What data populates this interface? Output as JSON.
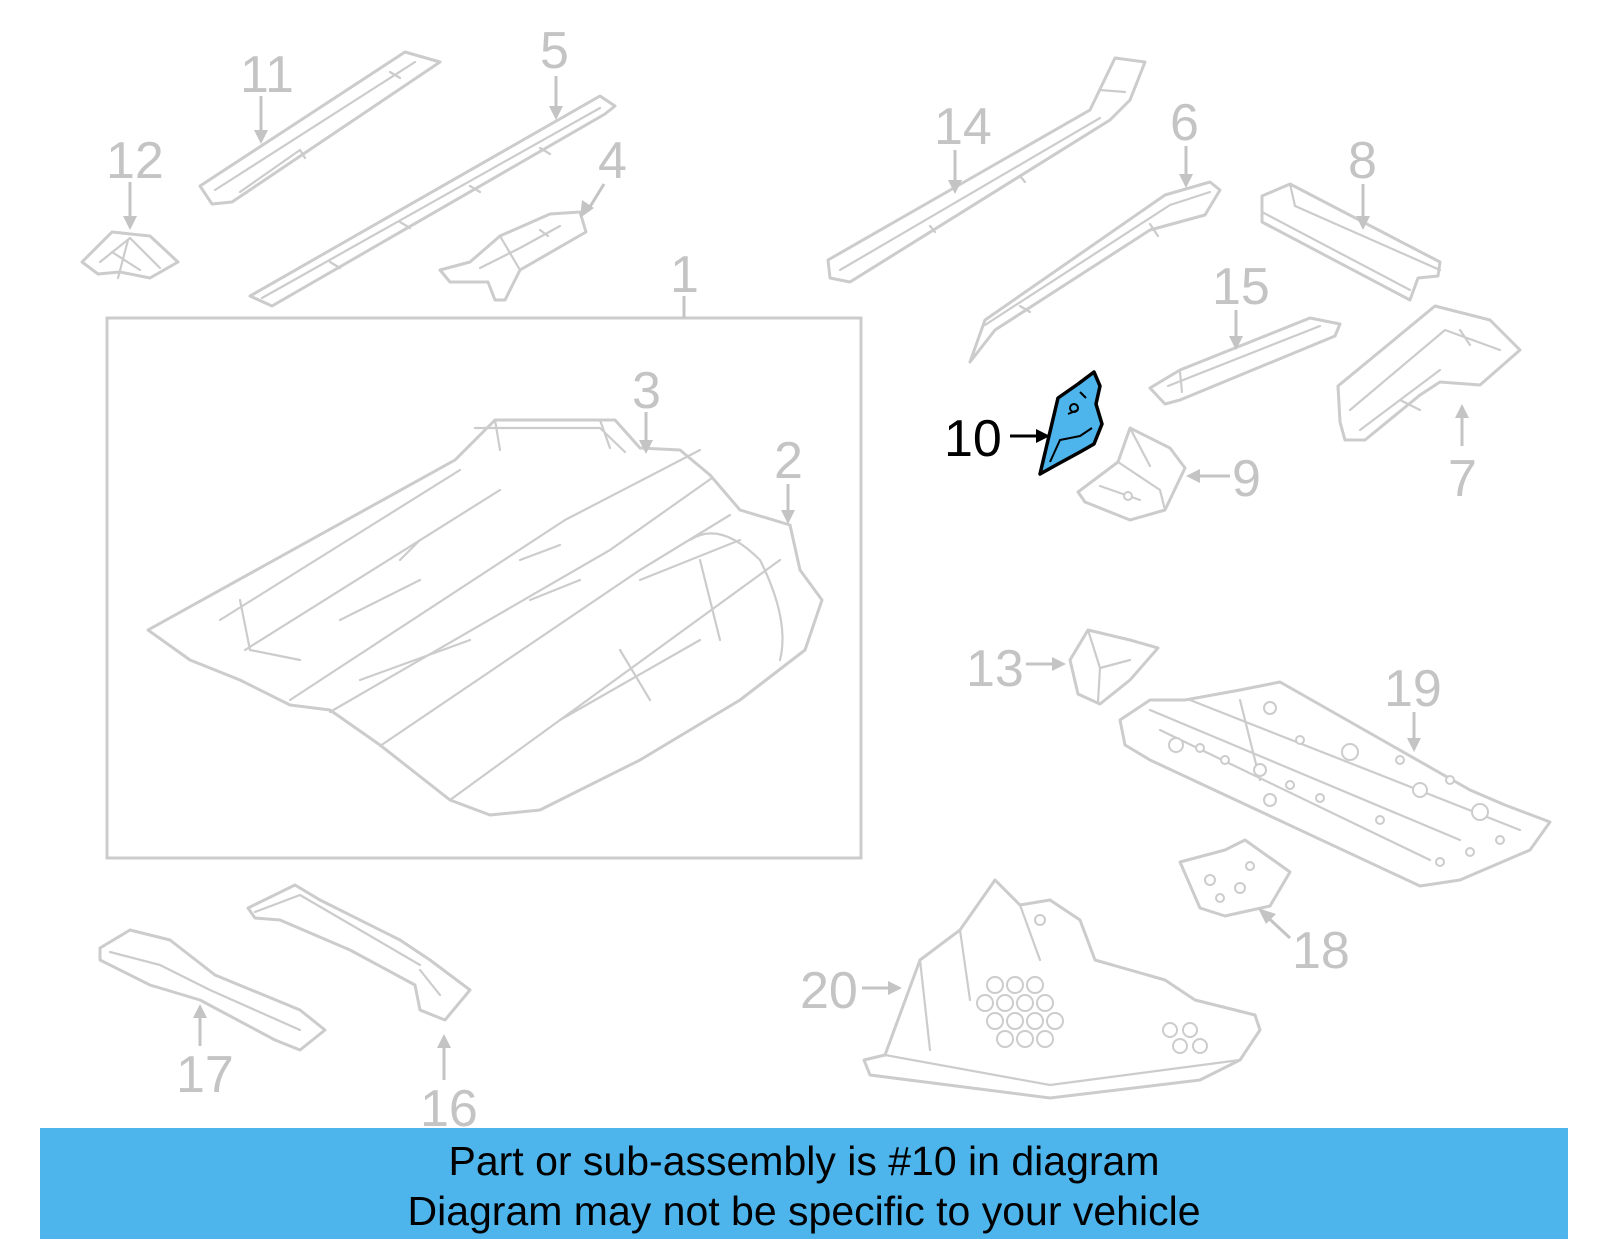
{
  "callouts": {
    "c1": "1",
    "c2": "2",
    "c3": "3",
    "c4": "4",
    "c5": "5",
    "c6": "6",
    "c7": "7",
    "c8": "8",
    "c9": "9",
    "c10": "10",
    "c11": "11",
    "c12": "12",
    "c13": "13",
    "c14": "14",
    "c15": "15",
    "c16": "16",
    "c17": "17",
    "c18": "18",
    "c19": "19",
    "c20": "20"
  },
  "highlighted_part": "10",
  "colors": {
    "highlight": "#4db5ec",
    "outline": "#cccccc",
    "banner": "#4db5ec"
  },
  "banner": {
    "line1": "Part or sub-assembly is #10 in diagram",
    "line2": "Diagram may not be specific to your vehicle"
  }
}
